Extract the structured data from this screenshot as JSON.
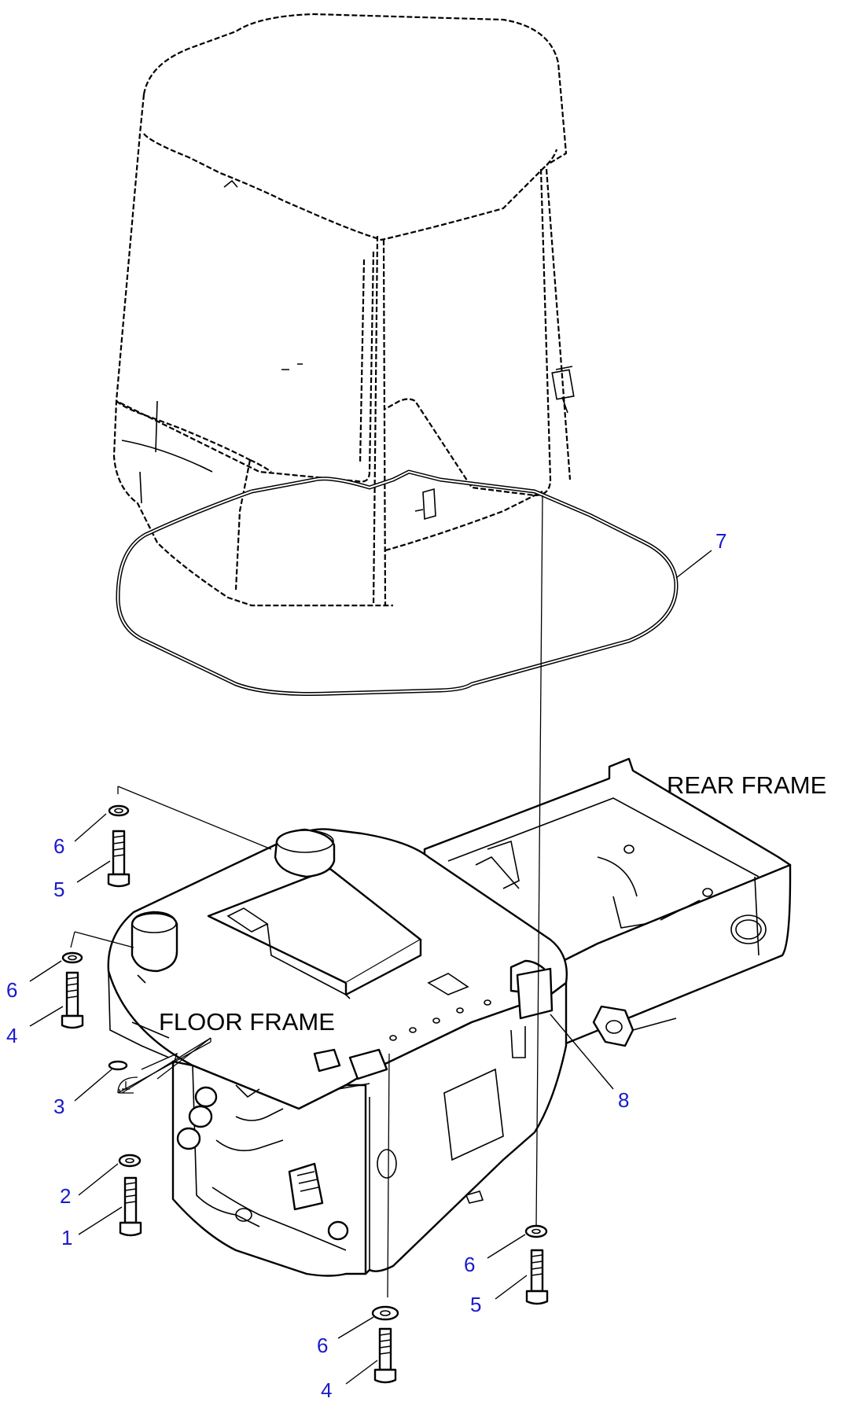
{
  "frame_labels": {
    "rear_frame": "REAR FRAME",
    "floor_frame": "FLOOR FRAME"
  },
  "callouts": [
    "7",
    "8",
    "6",
    "5",
    "6",
    "4",
    "3",
    "2",
    "1",
    "6",
    "5",
    "6",
    "4"
  ],
  "colors": {
    "callout": "#1a1acc",
    "linework": "#000000",
    "background": "#ffffff"
  }
}
